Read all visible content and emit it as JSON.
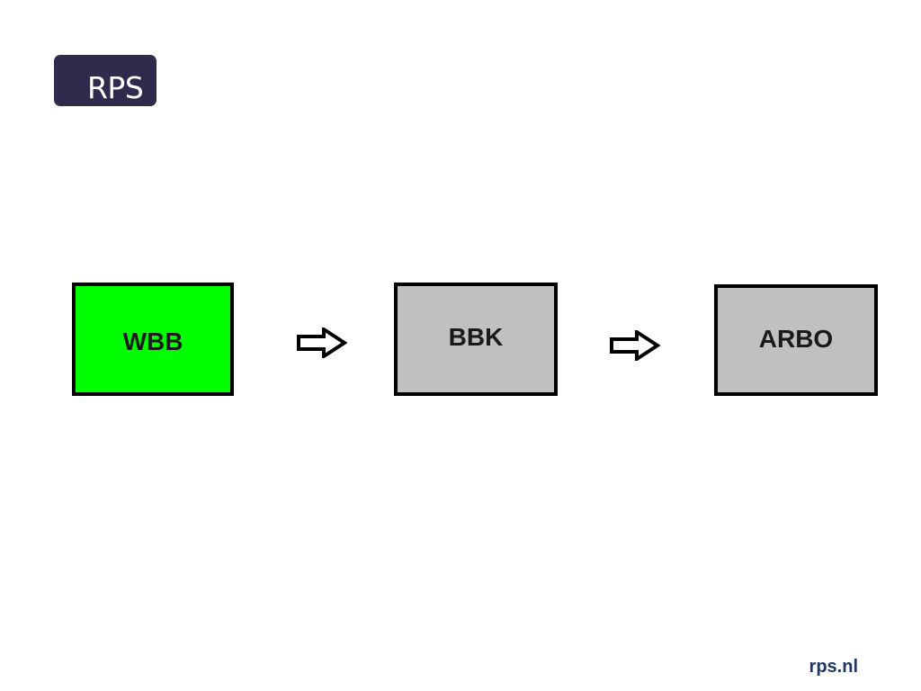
{
  "logo": {
    "text": "RPS",
    "background": "#2e2b4c",
    "color": "#ffffff"
  },
  "flow": [
    {
      "label": "WBB",
      "fill": "#00ff00",
      "highlighted": true
    },
    {
      "label": "BBK",
      "fill": "#c0c0c0",
      "highlighted": false
    },
    {
      "label": "ARBO",
      "fill": "#c0c0c0",
      "highlighted": false
    }
  ],
  "arrows": [
    {
      "icon": "outline-right-arrow-icon"
    },
    {
      "icon": "outline-right-arrow-icon"
    }
  ],
  "footer": {
    "link_text": "rps.nl",
    "color": "#1f3864"
  }
}
